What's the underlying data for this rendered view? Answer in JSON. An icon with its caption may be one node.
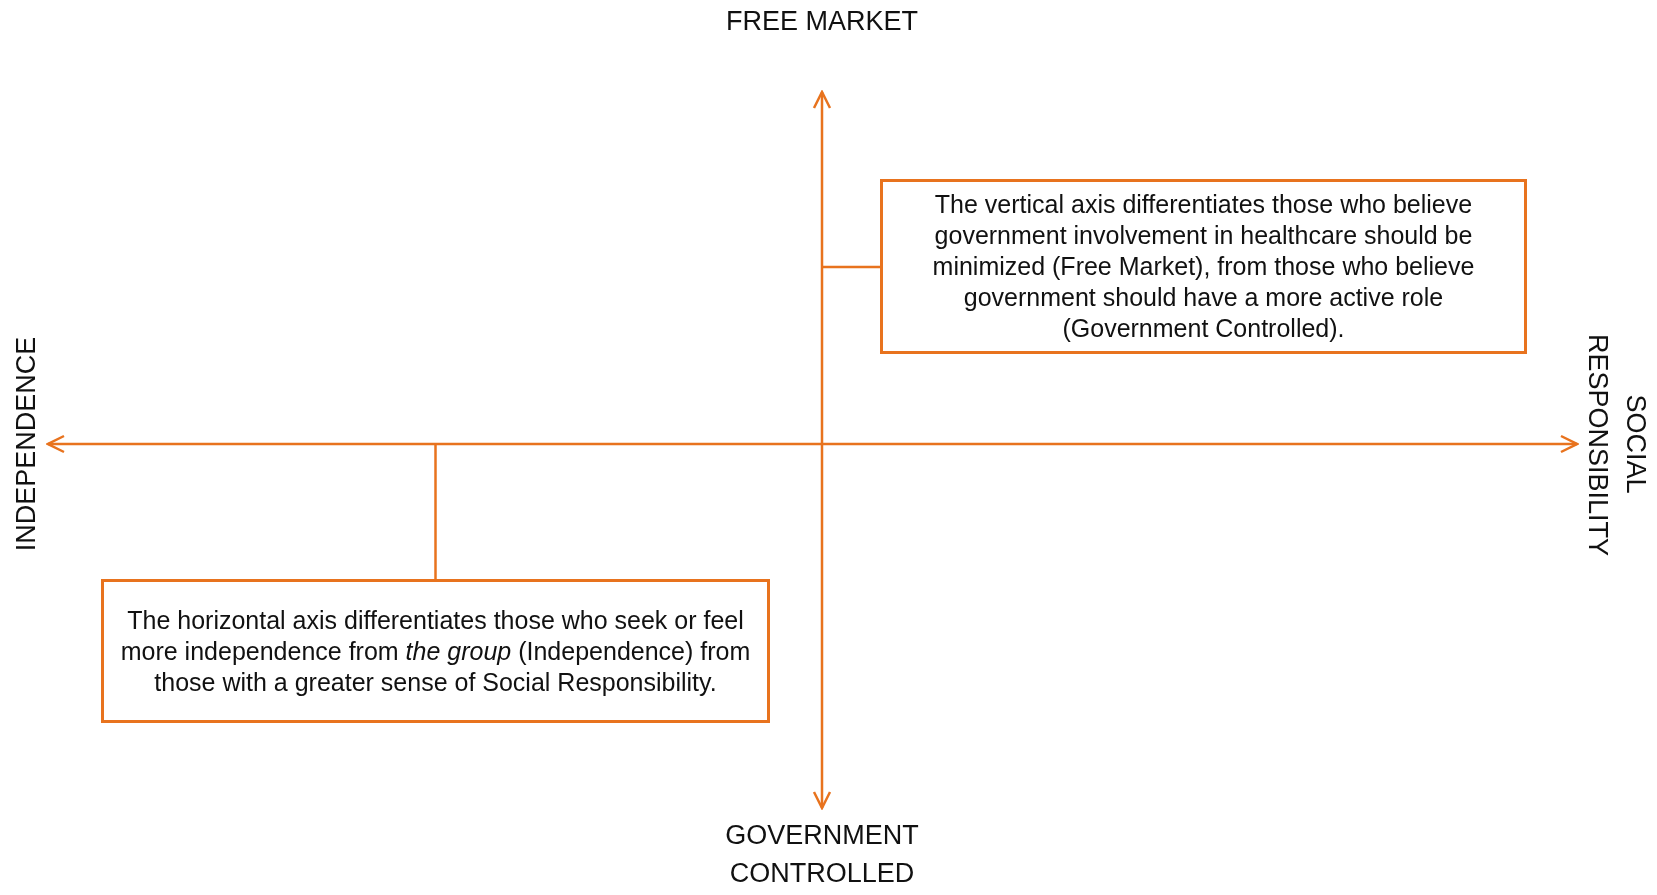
{
  "diagram": {
    "nodes": [
      {
        "text": [
          "The vertical axis differentiates those who believe government involvement in healthcare should be minimized (Free Market), from those who believe government should have a more active role (Government Controlled)."
        ]
      },
      {
        "text": [
          "The horizontal axis differentiates those who seek or feel more independence from *the group* (Independence) from those with a greater sense of Social Responsibility."
        ]
      }
    ],
    "edges": [
      {
        "from": 0,
        "to": null,
        "arrow": "none"
      },
      {
        "from": 1,
        "to": null,
        "arrow": "none"
      }
    ],
    "labels": [
      "FREE MARKET",
      "INDEPENDENCE",
      "SOCIAL RESPONSIBILITY",
      "GOVERNMENT CONTROLLED"
    ]
  }
}
